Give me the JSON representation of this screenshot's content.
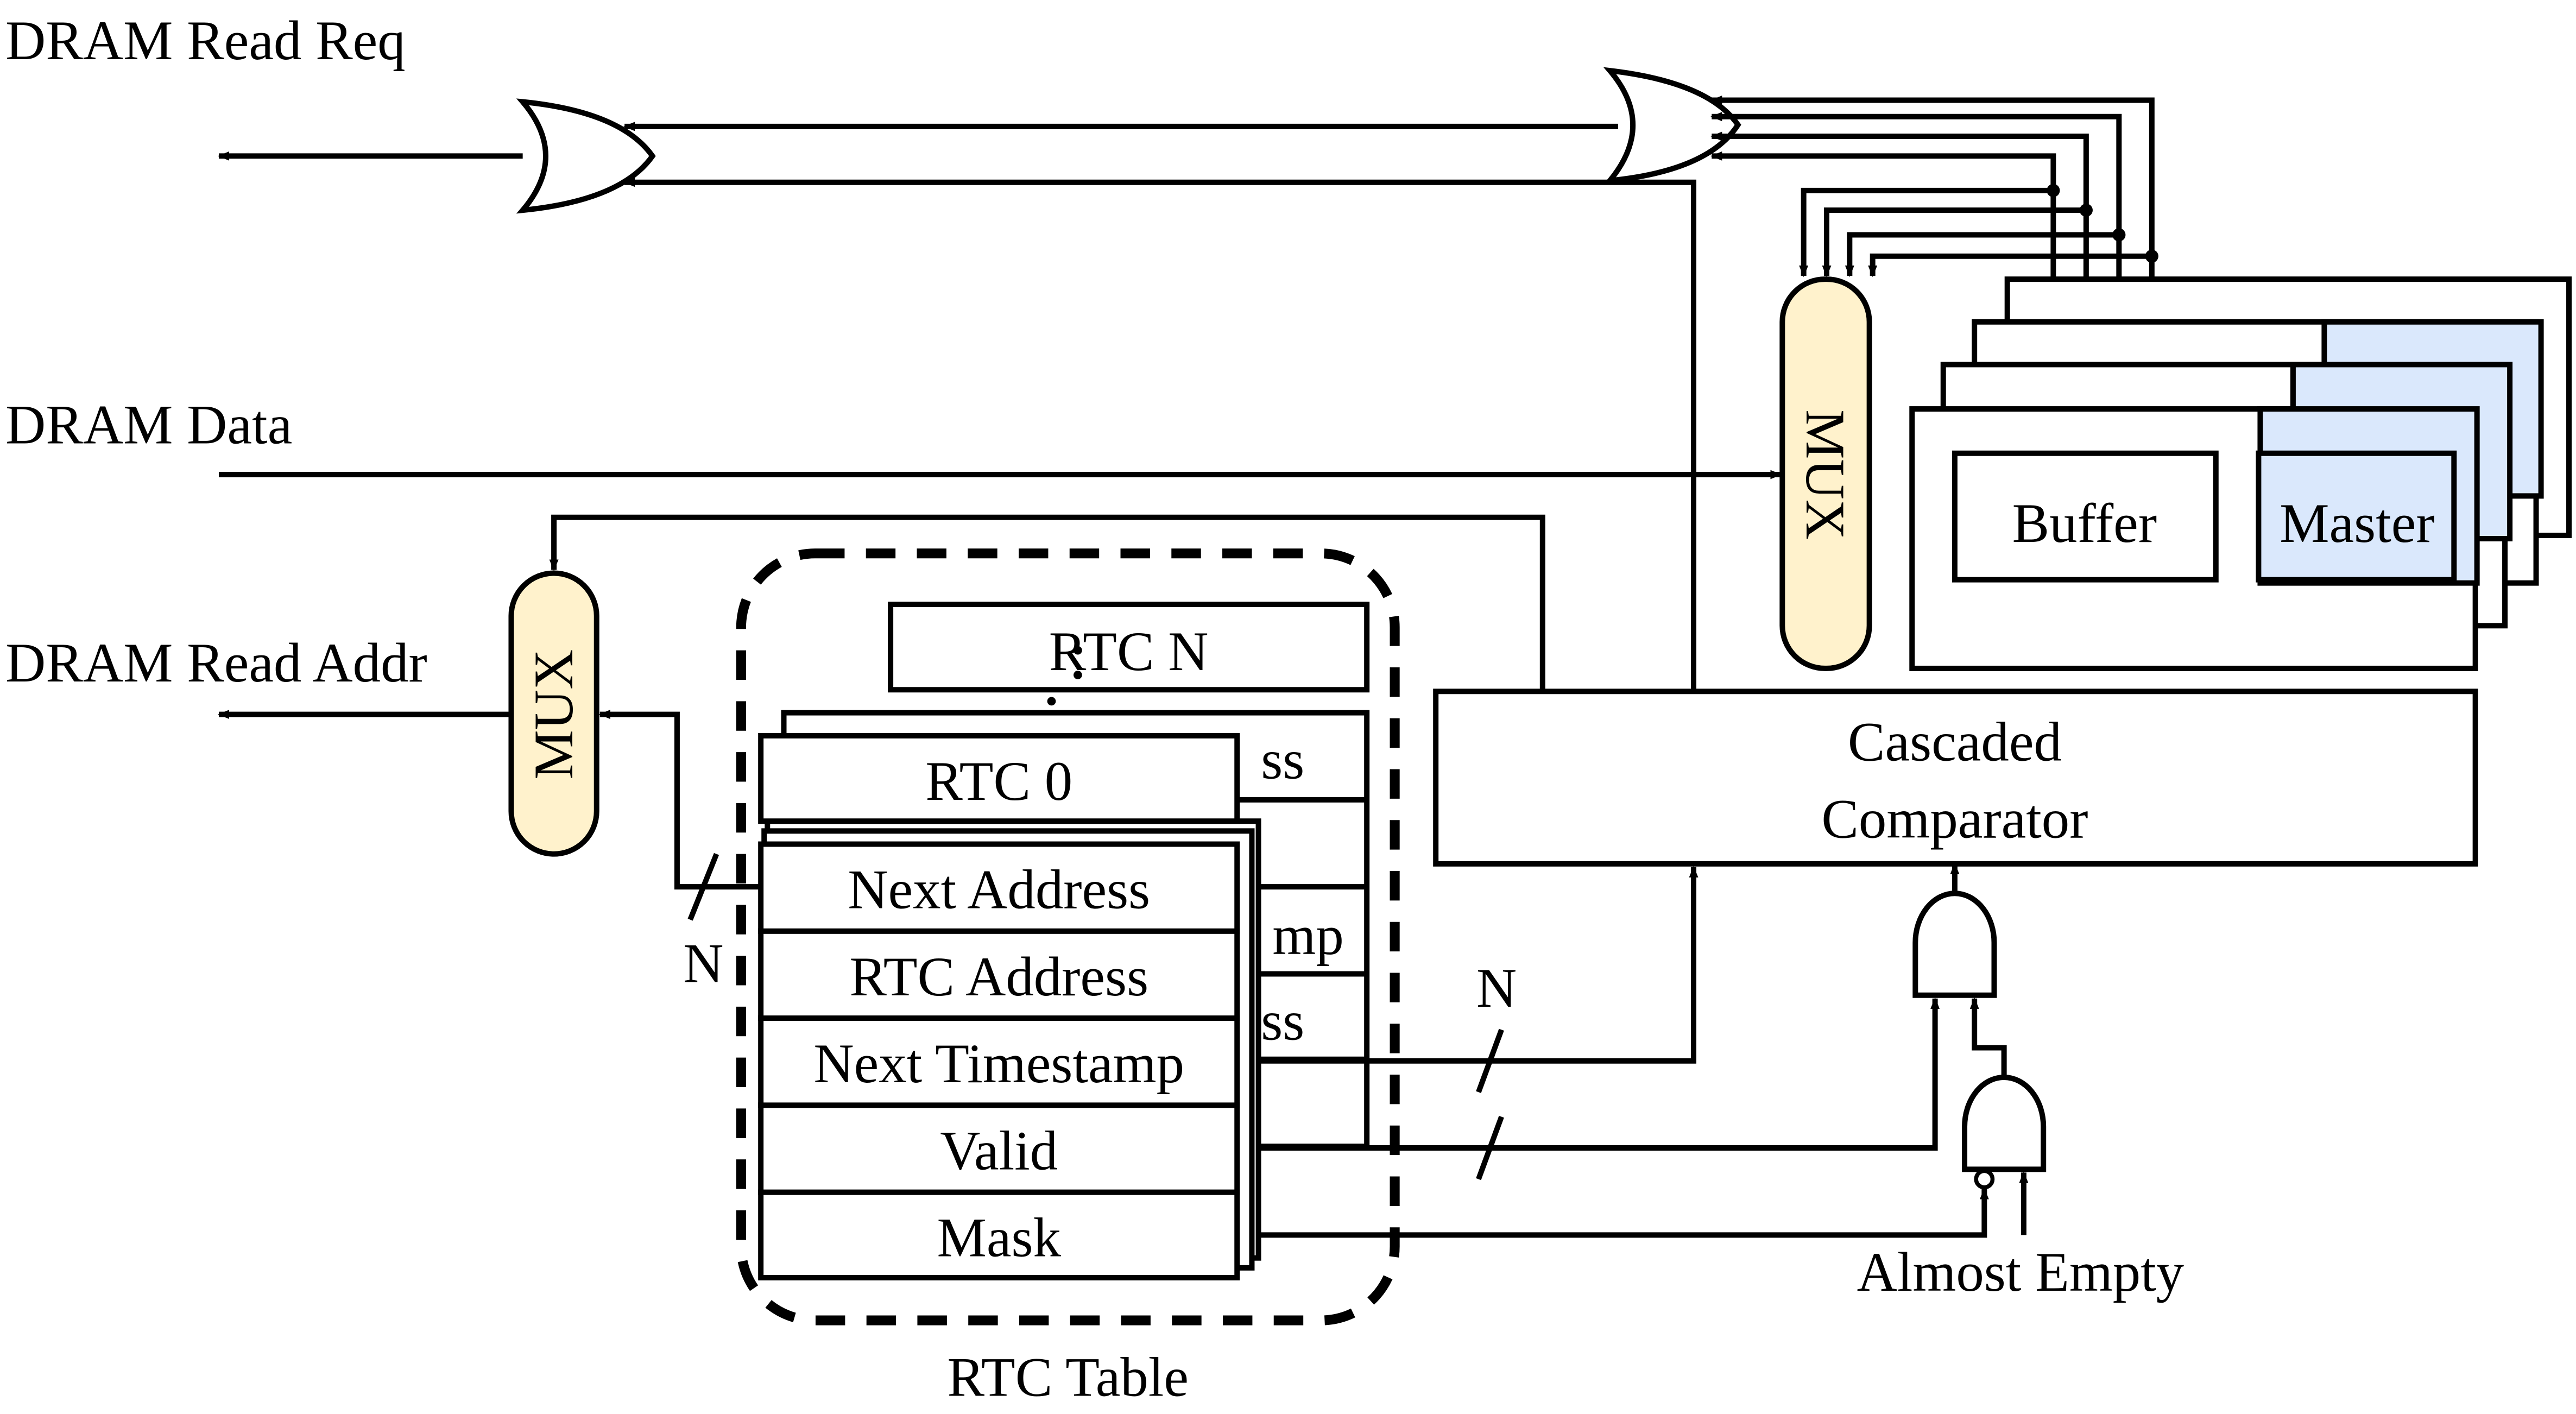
{
  "labels": {
    "dram_read_req": "DRAM Read Req",
    "dram_data": "DRAM Data",
    "dram_read_addr": "DRAM Read Addr",
    "rtc_table": "RTC Table",
    "almost_empty": "Almost Empty",
    "bus_width": "N",
    "comparator_line1": "Cascaded",
    "comparator_line2": "Comparator",
    "mux": "MUX",
    "buffer": "Buffer",
    "master": "Master"
  },
  "rtc_entries": {
    "front_title": "RTC 0",
    "back_title": "RTC N",
    "fields": [
      "Next Address",
      "RTC Address",
      "Next Timestamp",
      "Valid",
      "Mask"
    ],
    "back_partial_fields": [
      "ss",
      "mp",
      "ss"
    ]
  },
  "colors": {
    "mux_fill": "#fff2cc",
    "master_fill": "#dae8fc",
    "line": "#000000",
    "background": "#ffffff"
  }
}
